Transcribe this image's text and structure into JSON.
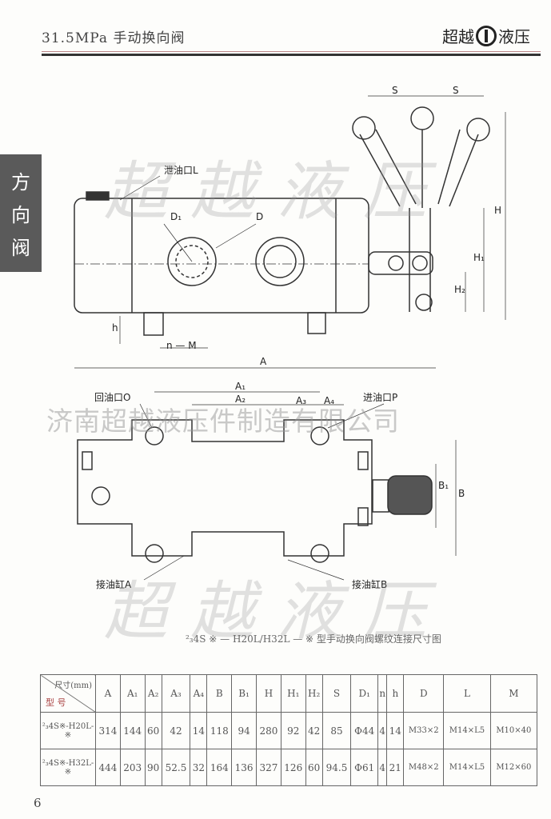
{
  "header": {
    "title": "31.5MPa 手动换向阀",
    "brand_left": "超越",
    "brand_right": "液压"
  },
  "side_tab": {
    "chars": [
      "方",
      "向",
      "阀"
    ]
  },
  "watermarks": {
    "big": "超越液压",
    "company": "济南超越液压件制造有限公司"
  },
  "top_view": {
    "labels": {
      "drain": "泄油口L",
      "d1": "D₁",
      "d": "D",
      "s1": "S",
      "s2": "S",
      "h": "H",
      "h1": "H₁",
      "h2": "H₂",
      "small_h": "h",
      "nm": "n — M",
      "a": "A"
    }
  },
  "bottom_view": {
    "labels": {
      "return": "回油口O",
      "inlet": "进油口P",
      "a1": "A₁",
      "a2": "A₂",
      "a3": "A₃",
      "a4": "A₄",
      "b1": "B₁",
      "b": "B",
      "cyl_a": "接油缸A",
      "cyl_b": "接油缸B"
    }
  },
  "caption": "²₃4S ※ — H20L/H32L — ※ 型手动换向阀螺纹连接尺寸图",
  "table": {
    "corner_top": "尺寸(mm)",
    "corner_bottom": "型 号",
    "columns": [
      "A",
      "A₁",
      "A₂",
      "A₃",
      "A₄",
      "B",
      "B₁",
      "H",
      "H₁",
      "H₂",
      "S",
      "D₁",
      "n",
      "h",
      "D",
      "L",
      "M"
    ],
    "rows": [
      {
        "model": "²₃4S※-H20L-※",
        "values": [
          "314",
          "144",
          "60",
          "42",
          "14",
          "118",
          "94",
          "280",
          "92",
          "42",
          "85",
          "Φ44",
          "4",
          "14",
          "M33×2",
          "M14×L5",
          "M10×40"
        ]
      },
      {
        "model": "²₃4S※-H32L-※",
        "values": [
          "444",
          "203",
          "90",
          "52.5",
          "32",
          "164",
          "136",
          "327",
          "126",
          "60",
          "94.5",
          "Φ61",
          "4",
          "21",
          "M48×2",
          "M14×L5",
          "M12×60"
        ]
      }
    ]
  },
  "page_number": "6"
}
